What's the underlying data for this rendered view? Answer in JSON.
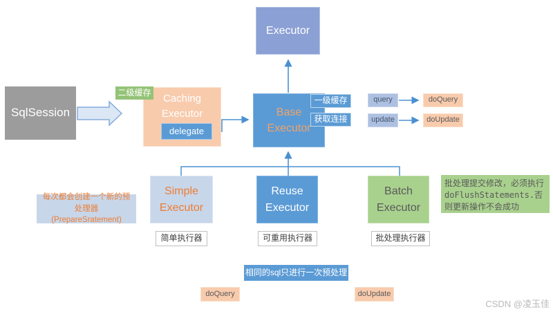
{
  "diagram": {
    "top": {
      "executor": "Executor"
    },
    "left": {
      "sql_session": "SqlSession",
      "caching": {
        "tag": "二级缓存",
        "line1": "Caching",
        "line2": "Executor",
        "delegate": "delegate"
      }
    },
    "center": {
      "base": {
        "line1": "Base",
        "line2": "Executor",
        "first_level_cache": "一级缓存",
        "get_connection": "获取连接"
      }
    },
    "right": {
      "query": "query",
      "do_query": "doQuery",
      "update": "update",
      "do_update": "doUpdate"
    },
    "executors": [
      {
        "line1": "Simple",
        "line2": "Executor",
        "caption": "简单执行器"
      },
      {
        "line1": "Reuse",
        "line2": "Executor",
        "caption": "可重用执行器"
      },
      {
        "line1": "Batch",
        "line2": "Executor",
        "caption": "批处理执行器"
      }
    ],
    "notes": {
      "simple_note": "每次都会创建一个新的预处理器(PrepareSratement)",
      "batch_note": "批处理提交修改，必须执行doFlushStatements.否则更新操作不会成功",
      "reuse_note": "相同的sql只进行一次预处理",
      "bottom_do_query": "doQuery",
      "bottom_do_update": "doUpdate"
    },
    "watermark": "CSDN @凌玉佳",
    "colors": {
      "blue": "#5b9bd5",
      "periwinkle": "#8ba0d4",
      "peach": "#f8cbad",
      "green": "#a9d18e",
      "green_tag": "#94c377",
      "light_blue": "#c8d6ea",
      "query_chip": "#aec0e2",
      "gray": "#9c9c9c",
      "orange_text": "#ed7d31",
      "connector": "#4a90d2"
    }
  }
}
